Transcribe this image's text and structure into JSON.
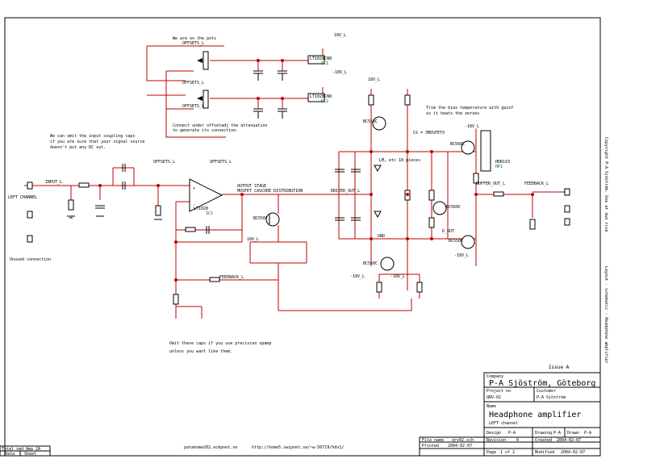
{
  "notes": {
    "pots": "We are on the pots",
    "input_cap_1": "We can omit the input coupling caps",
    "input_cap_2": "if you are sure that your signal source",
    "input_cap_3": "doesn't put any DC out.",
    "emitter_1": "Trim the bias temperature with gainf",
    "emitter_2": "so it heats the zeroes",
    "unused": "Unused connection",
    "offset_1": "Connect under offsetadj the attenuation",
    "offset_2": "to generate its connection.",
    "precision_1": "Omit these caps if you use precision opamp",
    "precision_2": "unless you want like them.",
    "cs_label": "CS = 3MOSFETX",
    "output_stage": "OUTPUT STAGE",
    "output_stage2": "MOSFET CASCODE DISTRIBUTION",
    "lm_label": "LM, etc 10 pieces"
  },
  "labels": {
    "offsets1": "OFFSETS_L",
    "offsets2": "OFFSETS_L",
    "offsets3": "OFFSETS_L",
    "offsets4": "OFFSETS_L",
    "offsets5": "OFFSETS_L",
    "input": "INPUT_L",
    "driver_out": "DRIVER_OUT_L",
    "buffer_out": "BUFFER_OUT_L",
    "feedback": "FEEDBACK_L",
    "feedback2": "FEEDBACK_L",
    "left_channel": "LEFT CHANNEL",
    "ic1": "LT1028",
    "ic1_ref": "IC1",
    "dc1": "LT1028CN8",
    "dc1_ref": "DC1",
    "dc2": "LT1028CN8",
    "dc2_ref": "DC2",
    "hdr": "HDR1X3",
    "hdr_ref": "HP1",
    "v18a": "18V_L",
    "v18b": "-18V_L",
    "v18c": "18V_L",
    "v18d": "18V_L",
    "v18e": "-18V_L",
    "v18f": "-18V_L",
    "v18g": "-18V_L",
    "v18h": "-18V_L",
    "gnd": "GND",
    "d_out": "D_OUT",
    "tr_b": "BC550C",
    "tr_c": "BC550C",
    "tr_d": "BC560C",
    "tr_e": "BC560C",
    "tr_f": "BC560C",
    "tr_g": "BC550C"
  },
  "title_block": {
    "issue": "Issue A",
    "company_label": "Company",
    "company": "P-A Sjöström, Göteborg",
    "project_label": "Project no",
    "project": "QRV-02",
    "customer_label": "Customer",
    "customer": "P-A Sjöström",
    "name_label": "Name",
    "title": "Headphone amplifier",
    "subtitle": "LEFT channel",
    "design_label": "Design",
    "design": "P-A",
    "drawing_label": "Drawing",
    "drawing": "P-A",
    "drawn_label": "Drawn",
    "drawn": "P-A",
    "file_label": "File name",
    "file": "qrv02.sch",
    "revision_label": "Revision",
    "revision": "0",
    "created_label": "Created",
    "created": "2004-02-07",
    "printed_label": "Printed",
    "printed": "2004-02-07",
    "page_label": "Page",
    "page": "1 of 2",
    "modified_label": "Modified",
    "modified": "2004-02-07"
  },
  "footer": {
    "email": "patahome202.eckpnet.se",
    "url": "http://home5.swipnet.se/~w-50719/hdx1/"
  },
  "side_text": {
    "right_1": "Copyright P-A Sjöström. Use at own risk",
    "right_2": "Layout - schematic - Headphone amplifier"
  },
  "bottom_left": {
    "box": "Total smd Amp 2A",
    "a": "Data",
    "b": "Sheet"
  }
}
